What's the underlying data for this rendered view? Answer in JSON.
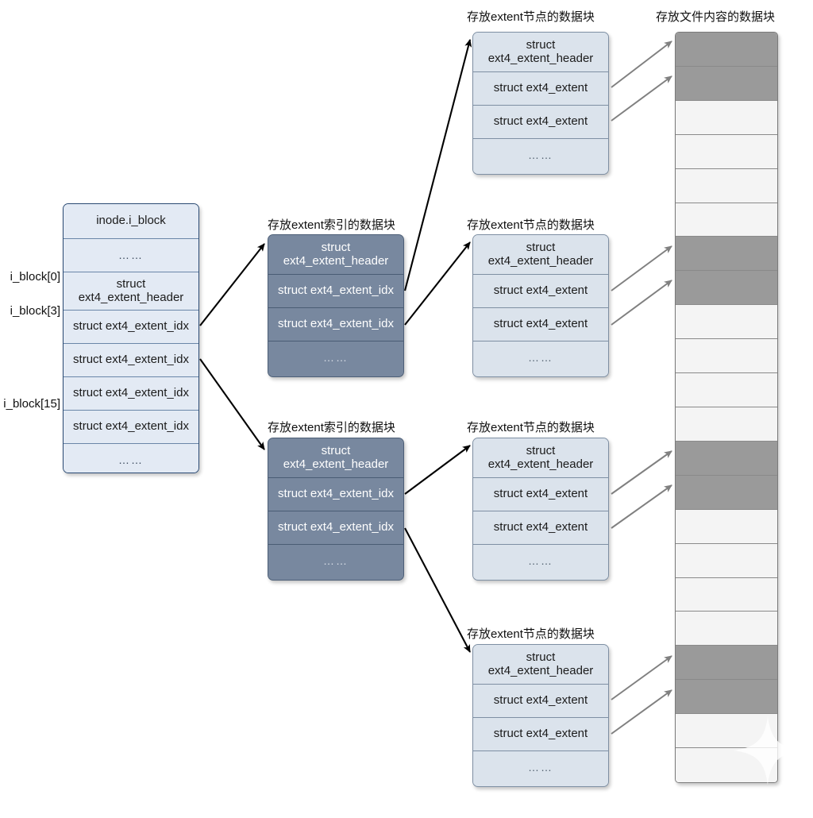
{
  "diagram": {
    "title": "ext4 extent tree on-disk layout",
    "colors": {
      "inode_header": "#1d3a5f",
      "inode_row": "#e3eaf4",
      "index_block": "#78889f",
      "node_block": "#dbe3ec",
      "data_used": "#9a9a9a",
      "data_free": "#f4f4f4",
      "arrow_black": "#000000",
      "arrow_gray": "#808080"
    },
    "labels": {
      "struct_header": "struct\next4_extent_header",
      "struct_extent_idx": "struct ext4_extent_idx",
      "struct_extent": "struct ext4_extent",
      "ellipsis": "……"
    }
  },
  "inode": {
    "header": "inode.i_block",
    "side_labels": [
      {
        "text": "i_block[0]"
      },
      {
        "text": "i_block[3]"
      },
      {
        "text": "i_block[15]"
      }
    ],
    "rows": [
      {
        "text": "……",
        "kind": "dots"
      },
      {
        "text": "struct\next4_extent_header",
        "kind": "header"
      },
      {
        "text": "struct ext4_extent_idx",
        "kind": "idx"
      },
      {
        "text": "struct ext4_extent_idx",
        "kind": "idx"
      },
      {
        "text": "struct ext4_extent_idx",
        "kind": "idx"
      },
      {
        "text": "struct ext4_extent_idx",
        "kind": "idx"
      },
      {
        "text": "……",
        "kind": "dots"
      }
    ]
  },
  "index_blocks": [
    {
      "caption": "存放extent索引的数据块",
      "rows": [
        {
          "text": "struct\next4_extent_header"
        },
        {
          "text": "struct ext4_extent_idx"
        },
        {
          "text": "struct ext4_extent_idx"
        },
        {
          "text": "……"
        }
      ]
    },
    {
      "caption": "存放extent索引的数据块",
      "rows": [
        {
          "text": "struct\next4_extent_header"
        },
        {
          "text": "struct ext4_extent_idx"
        },
        {
          "text": "struct ext4_extent_idx"
        },
        {
          "text": "……"
        }
      ]
    }
  ],
  "node_blocks": [
    {
      "caption": "存放extent节点的数据块",
      "rows": [
        {
          "text": "struct\next4_extent_header"
        },
        {
          "text": "struct ext4_extent"
        },
        {
          "text": "struct ext4_extent"
        },
        {
          "text": "……"
        }
      ]
    },
    {
      "caption": "存放extent节点的数据块",
      "rows": [
        {
          "text": "struct\next4_extent_header"
        },
        {
          "text": "struct ext4_extent"
        },
        {
          "text": "struct ext4_extent"
        },
        {
          "text": "……"
        }
      ]
    },
    {
      "caption": "存放extent节点的数据块",
      "rows": [
        {
          "text": "struct\next4_extent_header"
        },
        {
          "text": "struct ext4_extent"
        },
        {
          "text": "struct ext4_extent"
        },
        {
          "text": "……"
        }
      ]
    },
    {
      "caption": "存放extent节点的数据块",
      "rows": [
        {
          "text": "struct\next4_extent_header"
        },
        {
          "text": "struct ext4_extent"
        },
        {
          "text": "struct ext4_extent"
        },
        {
          "text": "……"
        }
      ]
    }
  ],
  "file_content_column": {
    "caption": "存放文件内容的数据块",
    "row_states": [
      "used",
      "used",
      "free",
      "free",
      "free",
      "free",
      "used",
      "used",
      "free",
      "free",
      "free",
      "free",
      "used",
      "used",
      "free",
      "free",
      "free",
      "free",
      "used",
      "used",
      "free",
      "free"
    ]
  }
}
